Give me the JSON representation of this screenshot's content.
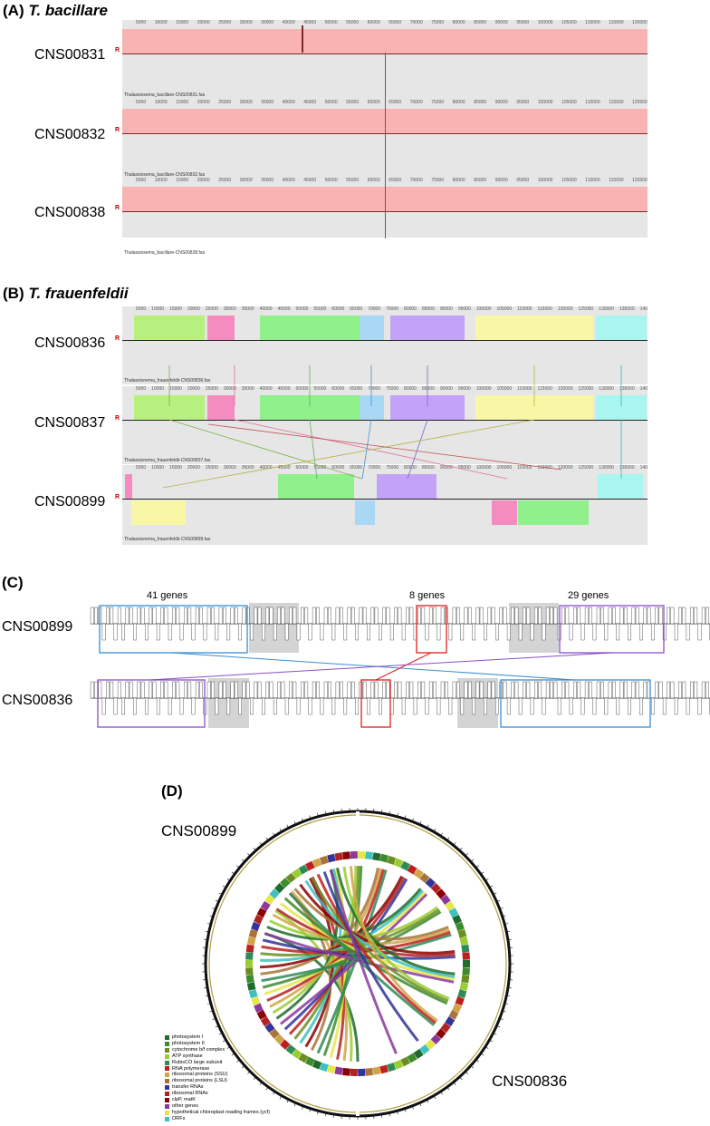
{
  "panel_a": {
    "label": "(A)",
    "species": "T. bacillare",
    "genomes": [
      {
        "name": "CNS00831",
        "file": "Thalassiosema_bacillare-CNS00831.fas"
      },
      {
        "name": "CNS00832",
        "file": "Thalassiosema_bacillare-CNS00832.fas"
      },
      {
        "name": "CNS00838",
        "file": "Thalassiosema_bacillare-CNS00838.fas"
      }
    ],
    "ruler_ticks": [
      "5000",
      "10000",
      "15000",
      "20000",
      "25000",
      "30000",
      "35000",
      "40000",
      "45000",
      "50000",
      "55000",
      "60000",
      "65000",
      "70000",
      "75000",
      "80000",
      "85000",
      "90000",
      "95000",
      "100000",
      "105000",
      "110000",
      "115000",
      "120000"
    ],
    "block_color": "#f9b3b3"
  },
  "panel_b": {
    "label": "(B)",
    "species": "T. frauenfeldii",
    "genomes": [
      {
        "name": "CNS00836",
        "file": "Thalassionema_frauenfeldii-CNS00836.fas"
      },
      {
        "name": "CNS00837",
        "file": "Thalassionema_frauenfeldii-CNS00837.fas"
      },
      {
        "name": "CNS00899",
        "file": "Thalassionema_frauenfeldii-CNS00899.fas"
      }
    ],
    "ruler_ticks": [
      "5000",
      "10000",
      "15000",
      "20000",
      "25000",
      "30000",
      "35000",
      "40000",
      "45000",
      "50000",
      "55000",
      "60000",
      "65000",
      "70000",
      "75000",
      "80000",
      "85000",
      "90000",
      "95000",
      "100000",
      "105000",
      "110000",
      "115000",
      "120000",
      "125000",
      "130000",
      "135000",
      "140"
    ],
    "block_colors": [
      "#b7f07f",
      "#f58cc0",
      "#8ff08c",
      "#a9d8f5",
      "#c3a3f7",
      "#f7f7a6",
      "#a9f5f0"
    ]
  },
  "panel_c": {
    "label": "(C)",
    "top_genome": "CNS00899",
    "bottom_genome": "CNS00836",
    "groups": [
      {
        "label": "41 genes",
        "color": "#3a8fd1"
      },
      {
        "label": "8 genes",
        "color": "#e02020"
      },
      {
        "label": "29 genes",
        "color": "#8a4fc8"
      }
    ]
  },
  "panel_d": {
    "label": "(D)",
    "genome_a": "CNS00899",
    "genome_b": "CNS00836",
    "legend": [
      {
        "label": "photosystem I",
        "color": "#1f6b2e"
      },
      {
        "label": "photosystem II",
        "color": "#3d8b2c"
      },
      {
        "label": "cytochrome b/f complex",
        "color": "#6b8e23"
      },
      {
        "label": "ATP synthase",
        "color": "#9acd32"
      },
      {
        "label": "RubisCO large subunit",
        "color": "#2e8b57"
      },
      {
        "label": "RNA polymerase",
        "color": "#c01f1f"
      },
      {
        "label": "ribosomal proteins (SSU)",
        "color": "#d2a44a"
      },
      {
        "label": "ribosomal proteins (LSU)",
        "color": "#a8743a"
      },
      {
        "label": "transfer RNAs",
        "color": "#333399"
      },
      {
        "label": "ribosomal RNAs",
        "color": "#b22222"
      },
      {
        "label": "clpP, matK",
        "color": "#8b0000"
      },
      {
        "label": "other genes",
        "color": "#8b3a9c"
      },
      {
        "label": "hypothetical chloroplast reading frames (ycf)",
        "color": "#e6e64a"
      },
      {
        "label": "ORFs",
        "color": "#40c0c0"
      }
    ]
  }
}
